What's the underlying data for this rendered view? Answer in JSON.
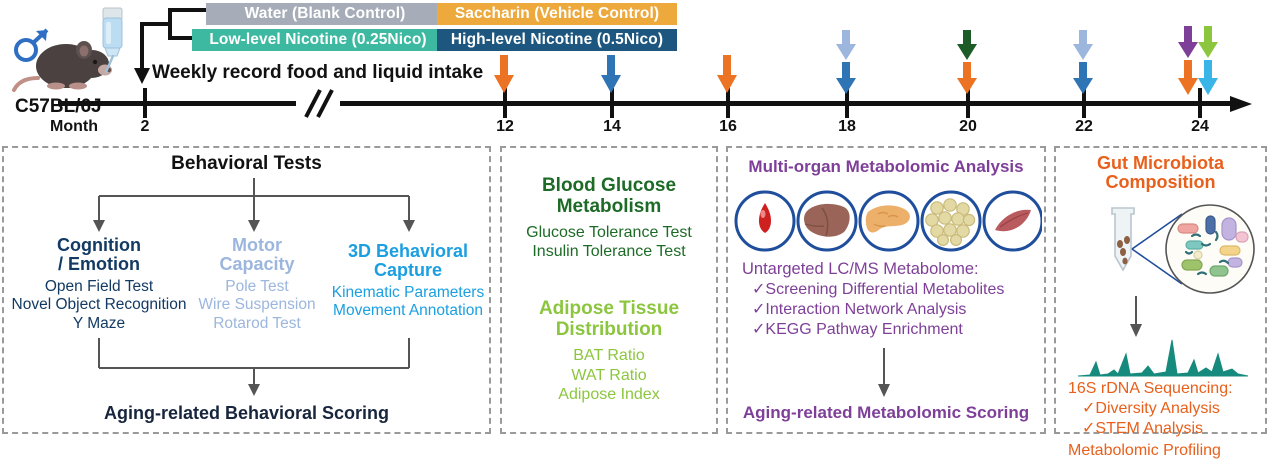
{
  "figure": {
    "animal_label": "C57BL/6J",
    "month_axis_label": "Month",
    "weekly_note": "Weekly record food and liquid intake",
    "axis_ticks": [
      "2",
      "12",
      "14",
      "16",
      "18",
      "20",
      "22",
      "24"
    ]
  },
  "legend": {
    "items": [
      {
        "label": "Water (Blank Control)",
        "color": "#a7adb8"
      },
      {
        "label": "Low-level Nicotine (0.25Nico)",
        "color": "#3cb9a0"
      },
      {
        "label": "Saccharin (Vehicle Control)",
        "color": "#eda93c"
      },
      {
        "label": "High-level Nicotine (0.5Nico)",
        "color": "#1d577f"
      }
    ]
  },
  "timeline_arrows": [
    {
      "month": "12",
      "colors": [
        "#ec7224"
      ]
    },
    {
      "month": "14",
      "colors": [
        "#2f74b5"
      ]
    },
    {
      "month": "16",
      "colors": [
        "#ec7224"
      ]
    },
    {
      "month": "18",
      "colors": [
        "#9cb6dd",
        "#2f74b5"
      ]
    },
    {
      "month": "20",
      "colors": [
        "#1d5c26",
        "#ec7224"
      ]
    },
    {
      "month": "22",
      "colors": [
        "#9cb6dd",
        "#2f74b5"
      ]
    },
    {
      "month": "24",
      "colors": [
        "#7e3f98",
        "#8cc63e",
        "#ec7224",
        "#39b5e8"
      ]
    }
  ],
  "panels": {
    "behavioral": {
      "title": "Behavioral Tests",
      "columns": [
        {
          "heading_line1": "Cognition",
          "heading_line2": "/ Emotion",
          "color": "#123a63",
          "items": [
            "Open Field Test",
            "Novel Object Recognition",
            "Y Maze"
          ]
        },
        {
          "heading_line1": "Motor",
          "heading_line2": "Capacity",
          "color": "#9cb6dd",
          "items": [
            "Pole Test",
            "Wire Suspension",
            "Rotarod Test"
          ]
        },
        {
          "heading_line1": "3D Behavioral",
          "heading_line2": "Capture",
          "color": "#1b9fe0",
          "items": [
            "Kinematic Parameters",
            "Movement Annotation"
          ]
        }
      ],
      "footer": "Aging-related Behavioral Scoring"
    },
    "metabolism": {
      "glucose_title_line1": "Blood Glucose",
      "glucose_title_line2": "Metabolism",
      "glucose_items": [
        "Glucose Tolerance Test",
        "Insulin Tolerance Test"
      ],
      "adipose_title_line1": "Adipose Tissue",
      "adipose_title_line2": "Distribution",
      "adipose_items": [
        "BAT Ratio",
        "WAT Ratio",
        "Adipose Index"
      ]
    },
    "metabolomic": {
      "title": "Multi-organ Metabolomic Analysis",
      "organs": [
        "blood-drop-icon",
        "liver-icon",
        "pancreas-icon",
        "adipose-icon",
        "muscle-icon"
      ],
      "body_heading": "Untargeted LC/MS Metabolome:",
      "body_items": [
        "✓Screening Differential Metabolites",
        "✓Interaction Network Analysis",
        "✓KEGG Pathway Enrichment"
      ],
      "footer": "Aging-related Metabolomic Scoring"
    },
    "microbiota": {
      "title_line1": "Gut Microbiota",
      "title_line2": "Composition",
      "body_heading": "16S rDNA Sequencing:",
      "body_items": [
        "✓Diversity Analysis",
        "✓STEM Analysis"
      ],
      "footer": "Metabolomic Profiling"
    }
  }
}
